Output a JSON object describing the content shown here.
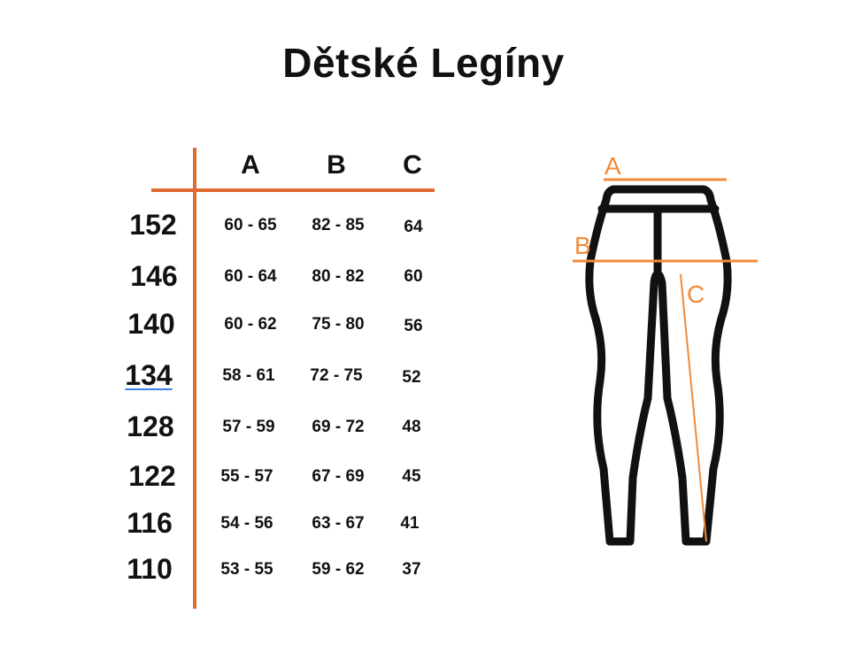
{
  "title": "Dětské Legíny",
  "accent_color": "#e06a30",
  "table": {
    "columns": [
      "A",
      "B",
      "C"
    ],
    "rows": [
      {
        "size": "152",
        "a": "60 - 65",
        "b": "82 - 85",
        "c": "64"
      },
      {
        "size": "146",
        "a": "60 - 64",
        "b": "80 - 82",
        "c": "60"
      },
      {
        "size": "140",
        "a": "60 - 62",
        "b": "75 - 80",
        "c": "56"
      },
      {
        "size": "134",
        "a": "58 - 61",
        "b": "72 - 75",
        "c": "52"
      },
      {
        "size": "128",
        "a": "57 - 59",
        "b": "69 - 72",
        "c": "48"
      },
      {
        "size": "122",
        "a": "55 - 57",
        "b": "67 - 69",
        "c": "45"
      },
      {
        "size": "116",
        "a": "54 - 56",
        "b": "63 - 67",
        "c": "41"
      },
      {
        "size": "110",
        "a": "53 - 55",
        "b": "59 - 62",
        "c": "37"
      }
    ]
  },
  "diagram": {
    "labels": {
      "a": "A",
      "b": "B",
      "c": "C"
    }
  }
}
